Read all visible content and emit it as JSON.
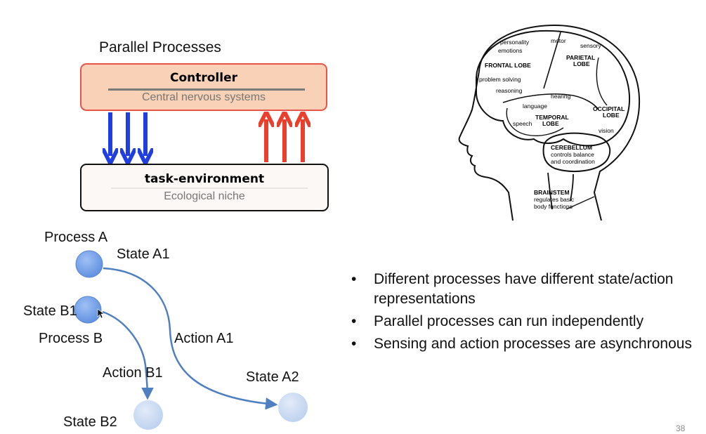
{
  "slide": {
    "title": "Parallel Processes",
    "page_number": "38"
  },
  "controller": {
    "heading": "Controller",
    "subtitle": "Central nervous systems"
  },
  "task_environment": {
    "heading": "task-environment",
    "subtitle": "Ecological niche"
  },
  "brain": {
    "labels": {
      "personality": "personality",
      "motor": "motor",
      "sensory": "sensory",
      "emotions": "emotions",
      "parietal_lobe_1": "PARIETAL",
      "parietal_lobe_2": "LOBE",
      "frontal_lobe": "FRONTAL LOBE",
      "problem_solving": "problem solving",
      "reasoning": "reasoning",
      "hearing": "hearing",
      "language": "language",
      "occipital_lobe_1": "OCCIPITAL",
      "occipital_lobe_2": "LOBE",
      "temporal_lobe_1": "TEMPORAL",
      "temporal_lobe_2": "LOBE",
      "speech": "speech",
      "vision": "vision",
      "cerebellum": "CEREBELLUM",
      "cerebellum_desc_1": "controls balance",
      "cerebellum_desc_2": "and coordination",
      "brainstem": "BRAINSTEM",
      "brainstem_desc_1": "regulates basic",
      "brainstem_desc_2": "body functions"
    }
  },
  "state_diagram": {
    "process_a": "Process A",
    "state_a1": "State A1",
    "state_b1": "State B1",
    "process_b": "Process B",
    "action_a1": "Action A1",
    "action_b1": "Action B1",
    "state_a2": "State A2",
    "state_b2": "State B2"
  },
  "bullets": [
    "Different processes have different state/action representations",
    "Parallel processes can run independently",
    "Sensing and action processes are asynchronous"
  ],
  "colors": {
    "controller_fill": "#f8d1b6",
    "controller_border": "#e8534a",
    "down_arrows": "#1f3fe0",
    "up_arrows": "#e8402c",
    "active_state": "#6f9fe8",
    "future_state": "#c6d8f2",
    "transition": "#4f7fc0"
  }
}
